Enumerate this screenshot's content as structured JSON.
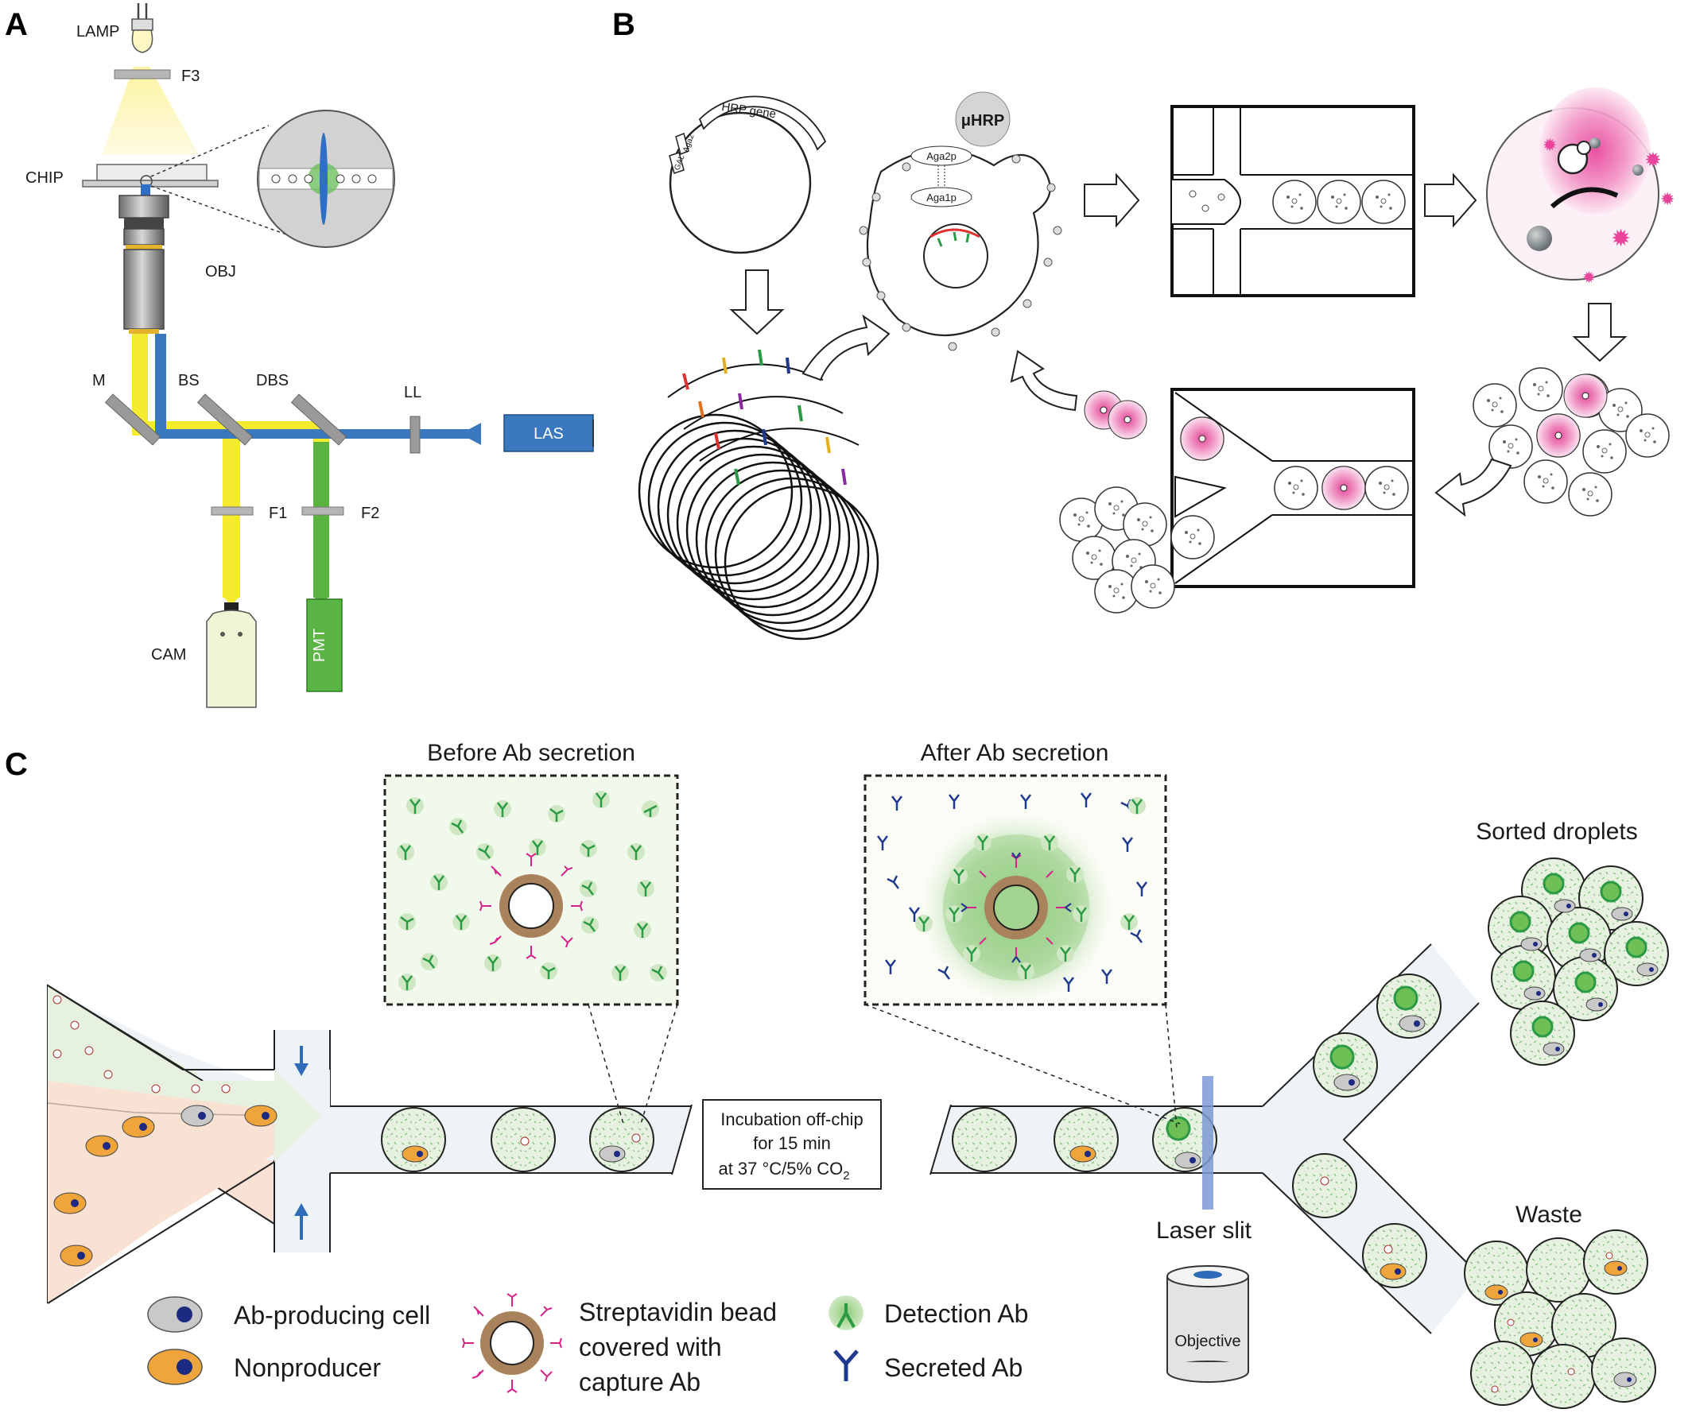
{
  "panels": {
    "a": "A",
    "b": "B",
    "c": "C"
  },
  "panel_a": {
    "lamp": "LAMP",
    "f3": "F3",
    "chip": "CHIP",
    "obj": "OBJ",
    "m": "M",
    "bs": "BS",
    "dbs": "DBS",
    "ll": "LL",
    "las": "LAS",
    "f1": "F1",
    "f2": "F2",
    "cam": "CAM",
    "pmt": "PMT"
  },
  "panel_b": {
    "hrp_gene": "HRP gene",
    "gal": "GAL",
    "aga": "Aga2",
    "muhrp": "μHRP",
    "aga2p": "Aga2p",
    "aga1p": "Aga1p"
  },
  "panel_c": {
    "before_title": "Before Ab secretion",
    "after_title": "After Ab secretion",
    "incubation_line1": "Incubation off-chip",
    "incubation_line2": "for 15 min",
    "incubation_line3_prefix": "at 37 °C/5% CO",
    "incubation_line3_sub": "2",
    "laser_slit": "Laser slit",
    "objective": "Objective",
    "sorted_droplets": "Sorted droplets",
    "waste": "Waste",
    "legend": {
      "ab_producing": "Ab-producing cell",
      "nonproducer": "Nonproducer",
      "bead_line1": "Streptavidin bead",
      "bead_line2": "covered with",
      "bead_line3": "capture Ab",
      "detection": "Detection Ab",
      "secreted": "Secreted Ab"
    }
  },
  "colors": {
    "lamp_light": "#f7ee6a",
    "laser_blue": "#3a78c0",
    "emission_green": "#58b33c",
    "camera_body": "#f1f5d6",
    "pmt": "#5bb544",
    "las": "#3a78c0",
    "droplet_fill": "#e8f3e1",
    "channel_fill": "#eef3f8",
    "nonproducer_phase": "#f9e2d4",
    "producer_cell": "#c9c9c9",
    "nonproducer_cell": "#efa53b",
    "nucleus": "#1d2a82",
    "capture_ab": "#d4238a",
    "bead": "#a8825a",
    "detection_ab": "#2a9a44",
    "secreted_ab": "#1f3a8c",
    "hrp_pink": "#e8449b",
    "laser_slit": "#7d99d3"
  }
}
